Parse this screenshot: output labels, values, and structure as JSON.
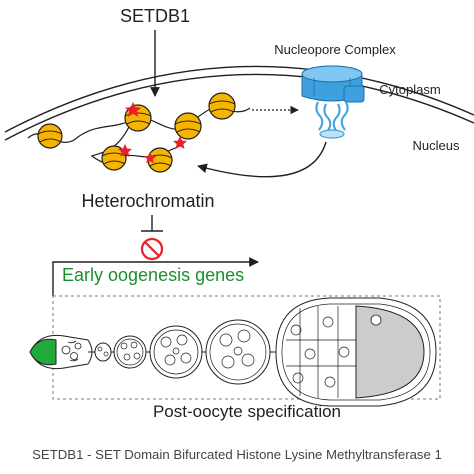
{
  "labels": {
    "setdb1": "SETDB1",
    "nucleopore_complex": "Nucleopore Complex",
    "cytoplasm": "Cytoplasm",
    "nucleus": "Nucleus",
    "heterochromatin": "Heterochromatin",
    "early_oogenesis_genes": "Early oogenesis genes",
    "post_oocyte_specification": "Post-oocyte specification",
    "footnote": "SETDB1 - SET Domain Bifurcated Histone Lysine Methyltransferase 1"
  },
  "colors": {
    "nucleosome": "#f5b400",
    "methyl_star": "#e8202a",
    "pore": "#3fa0e0",
    "gene_text": "#1a8f2e",
    "inhibit_sign": "#e8202a",
    "germarium_tip": "#1faa3a",
    "oocyte": "#cccccc"
  },
  "icons": {
    "inhibit": "no-entry-icon",
    "methyl_mark": "star-icon"
  }
}
